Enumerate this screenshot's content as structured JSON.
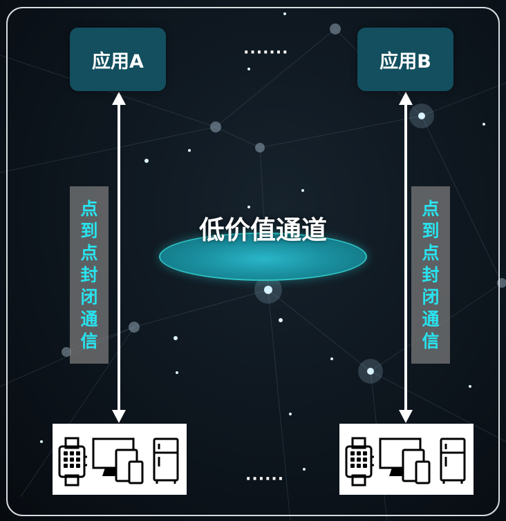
{
  "apps": {
    "a_label": "应用A",
    "b_label": "应用B",
    "dots_top": "·······"
  },
  "channel": {
    "label": "低价值通道"
  },
  "links": {
    "left_chars": [
      "点",
      "到",
      "点",
      "封",
      "闭",
      "通",
      "信"
    ],
    "right_chars": [
      "点",
      "到",
      "点",
      "封",
      "闭",
      "通",
      "信"
    ]
  },
  "devices": {
    "left_icons": [
      "smartwatch-icon",
      "monitor-icon",
      "tablet-icon",
      "phone-icon",
      "refrigerator-icon"
    ],
    "right_icons": [
      "smartwatch-icon",
      "monitor-icon",
      "tablet-icon",
      "phone-icon",
      "refrigerator-icon"
    ],
    "dots_bottom": "······"
  },
  "colors": {
    "app_box": "#134f5f",
    "channel": "#1a8f9f",
    "vertical_text": "#28e4f0",
    "label_bg": "#7d7d7d",
    "background": "#0d151d"
  }
}
